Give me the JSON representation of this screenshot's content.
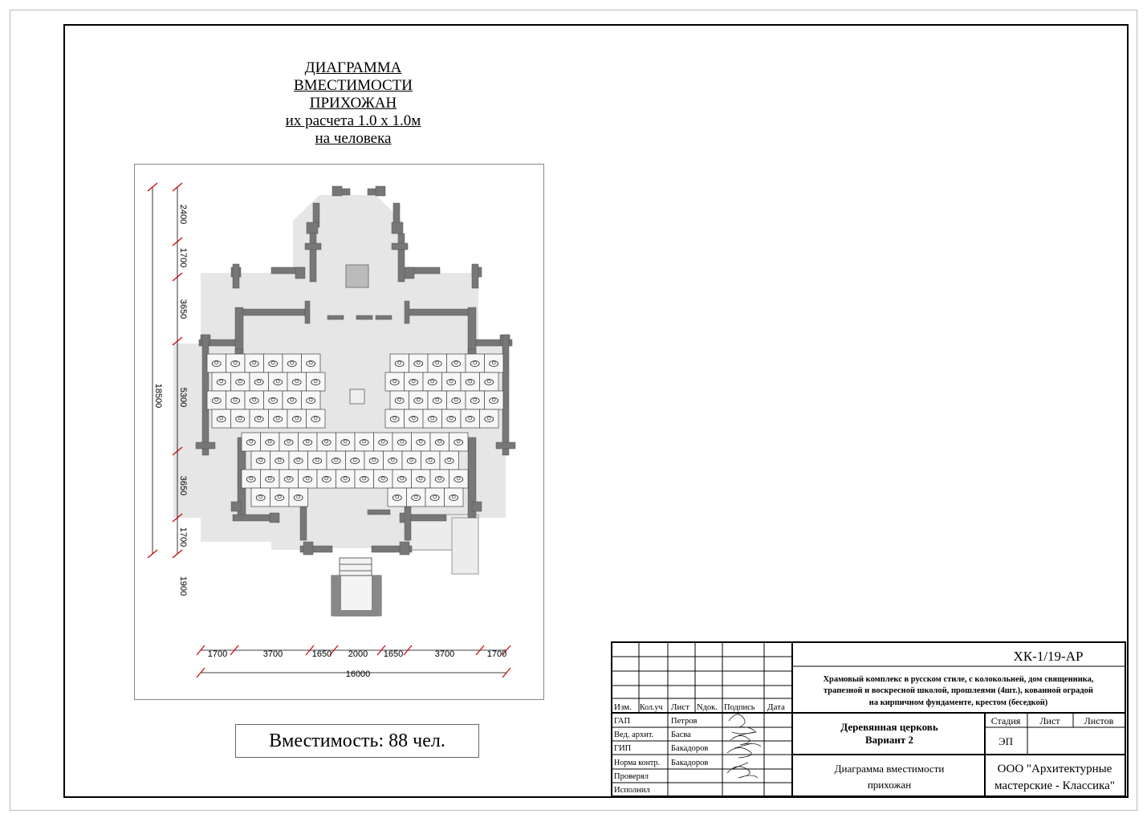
{
  "title": {
    "line1": "ДИАГРАММА",
    "line2": "ВМЕСТИМОСТИ",
    "line3": "ПРИХОЖАН",
    "line4": "их расчета 1.0 х 1.0м",
    "line5": "на человека"
  },
  "plan": {
    "dims_vertical": [
      "2400",
      "1700",
      "3650",
      "5300",
      "3650",
      "1700",
      "1900"
    ],
    "dim_total_vertical": "18500",
    "dims_horizontal": [
      "1700",
      "3700",
      "1650",
      "2000",
      "1650",
      "3700",
      "1700"
    ],
    "dim_total_horizontal": "16000"
  },
  "capacity": {
    "label": "Вместимость: 88 чел."
  },
  "stamp": {
    "code": "ХК-1/19-АР",
    "project_line1": "Храмовый комплекс в русском стиле, с колокольней, дом священника,",
    "project_line2": "трапезной и воскресной школой, прошлеями (4шт.), кованной оградой",
    "project_line3": "на кирпичном фундаменте, крестом (беседкой)",
    "col_headers": [
      "Изм.",
      "Кол.уч",
      "Лист",
      "Nдок.",
      "Подпись",
      "Дата"
    ],
    "roles": [
      {
        "role": "ГАП",
        "name": "Петров"
      },
      {
        "role": "Вед. архит.",
        "name": "Басва"
      },
      {
        "role": "ГИП",
        "name": "Бакадоров"
      },
      {
        "role": "Норма контр.",
        "name": "Бакадоров"
      },
      {
        "role": "Проверял",
        "name": ""
      },
      {
        "role": "Исполнил",
        "name": ""
      }
    ],
    "building_line1": "Деревянная церковь",
    "building_line2": "Вариант 2",
    "sheet_title_line1": "Диаграмма вместимости",
    "sheet_title_line2": "прихожан",
    "stage_header": "Стадия",
    "sheet_header": "Лист",
    "sheets_header": "Листов",
    "stage_value": "ЭП",
    "org_line1": "ООО \"Архитектурные",
    "org_line2": "мастерские - Классика\""
  }
}
